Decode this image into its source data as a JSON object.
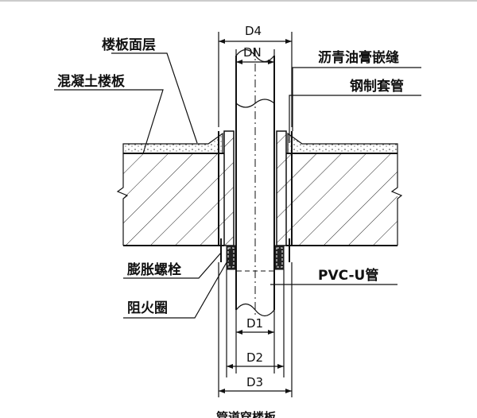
{
  "labels": {
    "floor_surface": "楼板面层",
    "concrete_slab": "混凝土楼板",
    "asphalt_joint": "沥青油膏嵌缝",
    "steel_sleeve": "钢制套管",
    "expansion_bolt": "膨胀螺栓",
    "fire_ring": "阻火圈",
    "pvc_pipe": "PVC-U管"
  },
  "dimensions": {
    "d4": "D4",
    "dn": "DN",
    "d1": "D1",
    "d2": "D2",
    "d3": "D3"
  },
  "caption": "管道穿楼板"
}
